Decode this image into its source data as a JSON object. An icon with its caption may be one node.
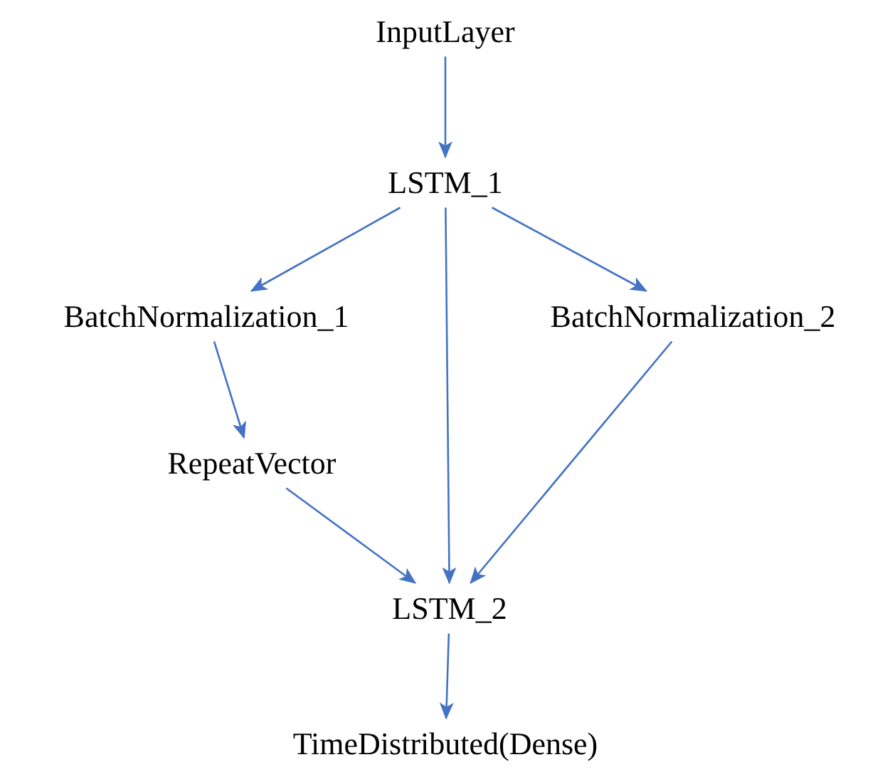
{
  "diagram": {
    "nodes": [
      {
        "text": [
          "InputLayer"
        ]
      },
      {
        "text": [
          "LSTM_1"
        ]
      },
      {
        "text": [
          "BatchNormalization_1"
        ]
      },
      {
        "text": [
          "BatchNormalization_2"
        ]
      },
      {
        "text": [
          "RepeatVector"
        ]
      },
      {
        "text": [
          "LSTM_2"
        ]
      },
      {
        "text": [
          "TimeDistributed(Dense)"
        ]
      }
    ],
    "edges": [
      {
        "from": 0,
        "to": 1,
        "arrow": "to"
      },
      {
        "from": 1,
        "to": 2,
        "arrow": "to"
      },
      {
        "from": 1,
        "to": 3,
        "arrow": "to"
      },
      {
        "from": 1,
        "to": 5,
        "arrow": "to"
      },
      {
        "from": 2,
        "to": 4,
        "arrow": "to"
      },
      {
        "from": 4,
        "to": 5,
        "arrow": "to"
      },
      {
        "from": 3,
        "to": 5,
        "arrow": "to"
      },
      {
        "from": 5,
        "to": 6,
        "arrow": "to"
      }
    ]
  }
}
